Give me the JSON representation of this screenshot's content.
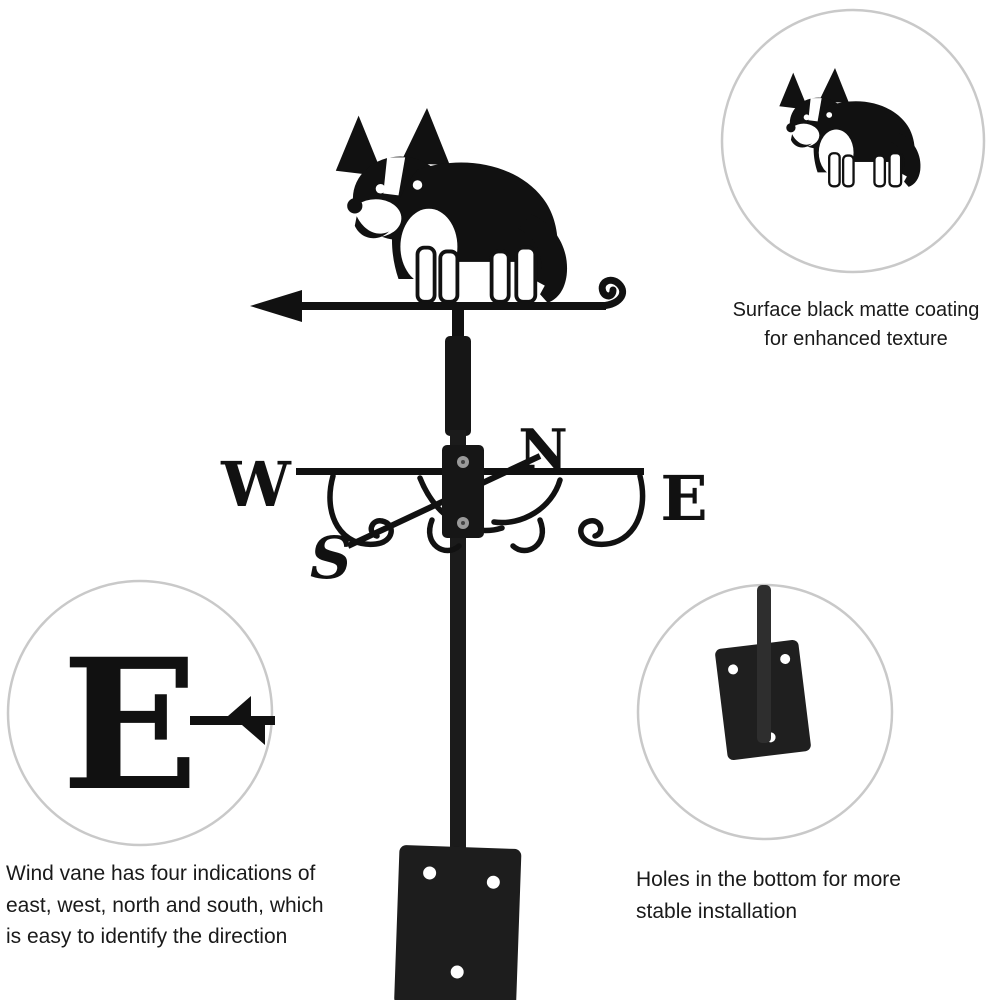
{
  "meta": {
    "kind": "product-feature-diagram",
    "subject": "corgi dog weathervane with compass directions and mounting plate"
  },
  "weathervane": {
    "compass": {
      "west": "W",
      "north": "N",
      "east": "E",
      "south": "S"
    },
    "detail_letter": "E"
  },
  "callouts": {
    "coating": {
      "lines": [
        "Surface black matte coating",
        "for enhanced texture"
      ]
    },
    "directions": {
      "lines": [
        "Wind vane has four indications of",
        "east, west, north and south, which",
        "is easy to identify the direction"
      ]
    },
    "holes": {
      "lines": [
        "Holes in the bottom for more",
        " stable installation"
      ]
    }
  },
  "colors": {
    "metal_black": "#111111",
    "plate_black": "#1d1d1d",
    "rod_gray": "#2e2e2e",
    "screw_gray": "#9a9a9a",
    "circle_border": "#c9c9c9",
    "background": "#ffffff",
    "text": "#1a1a1a"
  }
}
